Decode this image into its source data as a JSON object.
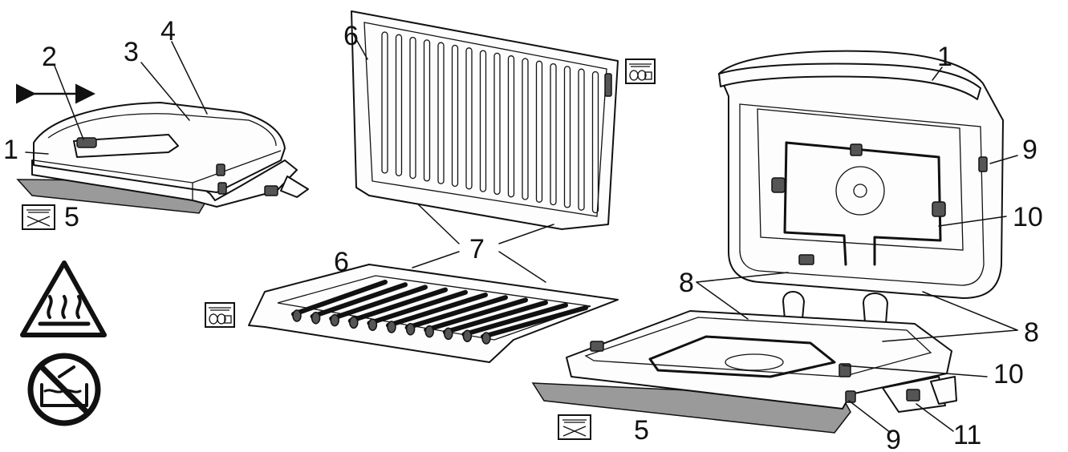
{
  "labels": {
    "c1_top": "1",
    "c1_left": "1",
    "c2": "2",
    "c3": "3",
    "c4": "4",
    "c5_left": "5",
    "c5_bottom": "5",
    "c6_top": "6",
    "c6_bottom": "6",
    "c7": "7",
    "c8_left": "8",
    "c8_right": "8",
    "c9_top": "9",
    "c9_bottom": "9",
    "c10_top": "10",
    "c10_bottom": "10",
    "c11": "11"
  },
  "icons": {
    "dishwasher_safe": "dishwasher-safe-icon",
    "hot_surface": "hot-surface-warning-icon",
    "no_immersion": "do-not-immerse-icon"
  },
  "colors": {
    "line": "#111111",
    "background": "#ffffff"
  }
}
